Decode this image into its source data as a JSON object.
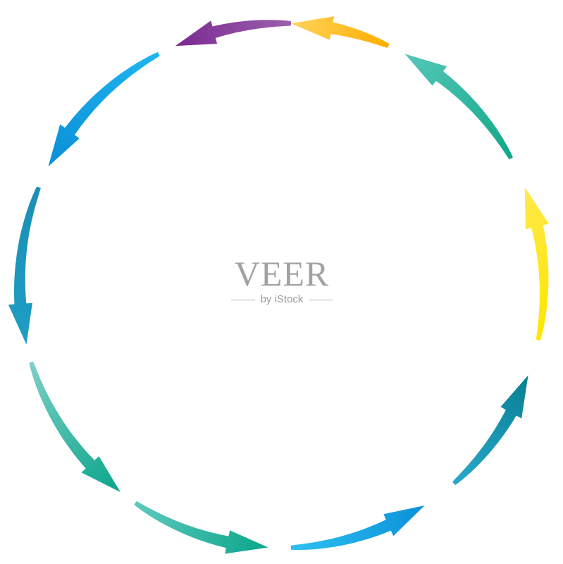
{
  "watermark": {
    "title": "VEER",
    "subtitle": "by iStock"
  },
  "cycle": {
    "direction": "counterclockwise",
    "arrows": [
      {
        "name": "arrow-1",
        "from_angle": 272,
        "to_angle": 246,
        "color_start": "#9b5fad",
        "color_end": "#7a2a90"
      },
      {
        "name": "arrow-2",
        "from_angle": 242,
        "to_angle": 207,
        "color_start": "#1fb6f0",
        "color_end": "#0a8fd6"
      },
      {
        "name": "arrow-3",
        "from_angle": 202,
        "to_angle": 167,
        "color_start": "#1a8fb5",
        "color_end": "#1f9ec4"
      },
      {
        "name": "arrow-4",
        "from_angle": 163,
        "to_angle": 128,
        "color_start": "#7dcfc6",
        "color_end": "#0aa68a"
      },
      {
        "name": "arrow-5",
        "from_angle": 124,
        "to_angle": 93,
        "color_start": "#5ec9bd",
        "color_end": "#0aa68a"
      },
      {
        "name": "arrow-6",
        "from_angle": 88,
        "to_angle": 57,
        "color_start": "#2ec0f2",
        "color_end": "#0a90d8"
      },
      {
        "name": "arrow-7",
        "from_angle": 49,
        "to_angle": 20,
        "color_start": "#2aa8cc",
        "color_end": "#087f92"
      },
      {
        "name": "arrow-8",
        "from_angle": 12,
        "to_angle": -22,
        "color_start": "#ffe600",
        "color_end": "#ffe94a"
      },
      {
        "name": "arrow-9",
        "from_angle": -29,
        "to_angle": -62,
        "color_start": "#11a888",
        "color_end": "#55c7b8"
      },
      {
        "name": "arrow-10",
        "from_angle": -66,
        "to_angle": -88,
        "color_start": "#ffae00",
        "color_end": "#ffd35a"
      }
    ]
  }
}
